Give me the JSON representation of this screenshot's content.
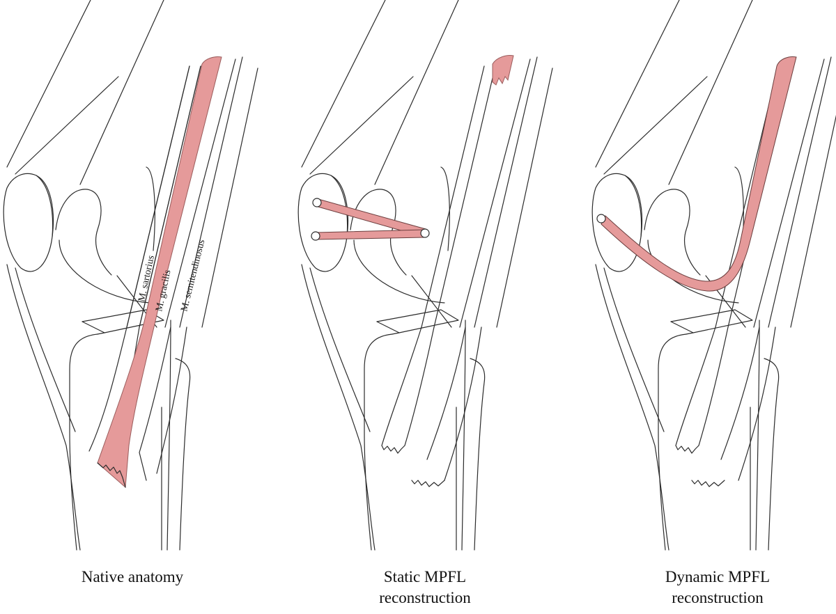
{
  "colors": {
    "tendon_fill": "#e59a9a",
    "tendon_stroke": "#b06363",
    "outline": "#2b2b2b",
    "background": "#ffffff"
  },
  "panels": [
    {
      "caption_lines": [
        "Native anatomy"
      ],
      "labels": {
        "sartorius": "M. sartorius",
        "gracilis": "M. gracilis",
        "semitendinosus": "M. semitendinosus"
      }
    },
    {
      "caption_lines": [
        "Static MPFL",
        "reconstruction"
      ]
    },
    {
      "caption_lines": [
        "Dynamic MPFL",
        "reconstruction"
      ]
    }
  ]
}
